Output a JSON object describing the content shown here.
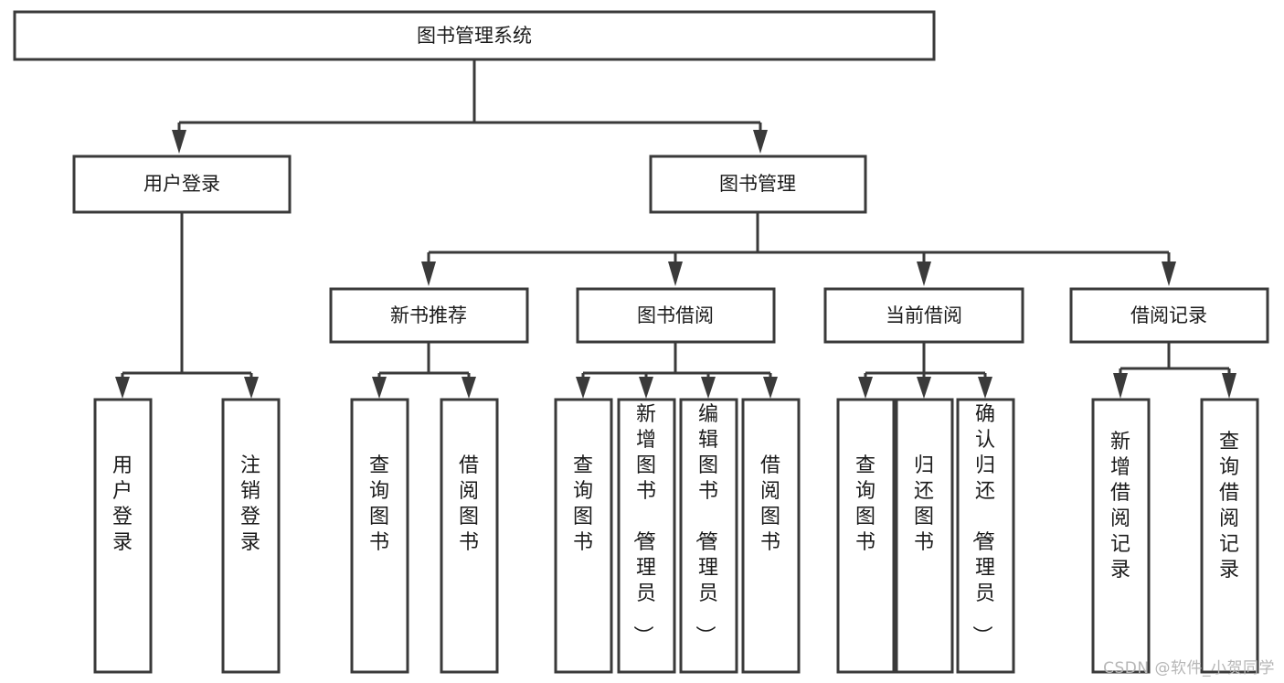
{
  "diagram": {
    "title": "图书管理系统",
    "watermark": "CSDN @软件_小贺同学",
    "colors": {
      "stroke": "#3a3a3a",
      "fill": "#ffffff",
      "text": "#1b1b1b",
      "watermark": "#b6b6b6"
    },
    "root": {
      "label": "图书管理系统"
    },
    "level2": [
      {
        "label": "用户登录"
      },
      {
        "label": "图书管理"
      }
    ],
    "level3": [
      {
        "label": "新书推荐"
      },
      {
        "label": "图书借阅"
      },
      {
        "label": "当前借阅"
      },
      {
        "label": "借阅记录"
      }
    ],
    "leaves": {
      "user_login": [
        {
          "label": "用户登录"
        },
        {
          "label": "注销登录"
        }
      ],
      "new_book_recommend": [
        {
          "label": "查询图书"
        },
        {
          "label": "借阅图书"
        }
      ],
      "book_borrow": [
        {
          "label": "查询图书"
        },
        {
          "label": "新增图书（管理员）"
        },
        {
          "label": "编辑图书（管理员）"
        },
        {
          "label": "借阅图书"
        }
      ],
      "current_borrow": [
        {
          "label": "查询图书"
        },
        {
          "label": "归还图书"
        },
        {
          "label": "确认归还（管理员）"
        }
      ],
      "borrow_record": [
        {
          "label": "新增借阅记录"
        },
        {
          "label": "查询借阅记录"
        }
      ]
    }
  },
  "chart_data": {
    "type": "tree-diagram",
    "title": "图书管理系统",
    "orientation": "top-down",
    "levels": 4,
    "nodes": [
      {
        "id": "root",
        "label": "图书管理系统",
        "level": 0,
        "parent": null
      },
      {
        "id": "n-user-login",
        "label": "用户登录",
        "level": 1,
        "parent": "root"
      },
      {
        "id": "n-book-mgmt",
        "label": "图书管理",
        "level": 1,
        "parent": "root"
      },
      {
        "id": "n-new-book",
        "label": "新书推荐",
        "level": 2,
        "parent": "n-book-mgmt"
      },
      {
        "id": "n-book-borrow",
        "label": "图书借阅",
        "level": 2,
        "parent": "n-book-mgmt"
      },
      {
        "id": "n-current-borrow",
        "label": "当前借阅",
        "level": 2,
        "parent": "n-book-mgmt"
      },
      {
        "id": "n-borrow-record",
        "label": "借阅记录",
        "level": 2,
        "parent": "n-book-mgmt"
      },
      {
        "id": "l-user-login",
        "label": "用户登录",
        "level": 3,
        "parent": "n-user-login"
      },
      {
        "id": "l-logout",
        "label": "注销登录",
        "level": 3,
        "parent": "n-user-login"
      },
      {
        "id": "l-nb-query",
        "label": "查询图书",
        "level": 3,
        "parent": "n-new-book"
      },
      {
        "id": "l-nb-borrow",
        "label": "借阅图书",
        "level": 3,
        "parent": "n-new-book"
      },
      {
        "id": "l-bb-query",
        "label": "查询图书",
        "level": 3,
        "parent": "n-book-borrow"
      },
      {
        "id": "l-bb-add",
        "label": "新增图书（管理员）",
        "level": 3,
        "parent": "n-book-borrow"
      },
      {
        "id": "l-bb-edit",
        "label": "编辑图书（管理员）",
        "level": 3,
        "parent": "n-book-borrow"
      },
      {
        "id": "l-bb-borrow",
        "label": "借阅图书",
        "level": 3,
        "parent": "n-book-borrow"
      },
      {
        "id": "l-cb-query",
        "label": "查询图书",
        "level": 3,
        "parent": "n-current-borrow"
      },
      {
        "id": "l-cb-return",
        "label": "归还图书",
        "level": 3,
        "parent": "n-current-borrow"
      },
      {
        "id": "l-cb-confirm",
        "label": "确认归还（管理员）",
        "level": 3,
        "parent": "n-current-borrow"
      },
      {
        "id": "l-br-add",
        "label": "新增借阅记录",
        "level": 3,
        "parent": "n-borrow-record"
      },
      {
        "id": "l-br-query",
        "label": "查询借阅记录",
        "level": 3,
        "parent": "n-borrow-record"
      }
    ]
  }
}
